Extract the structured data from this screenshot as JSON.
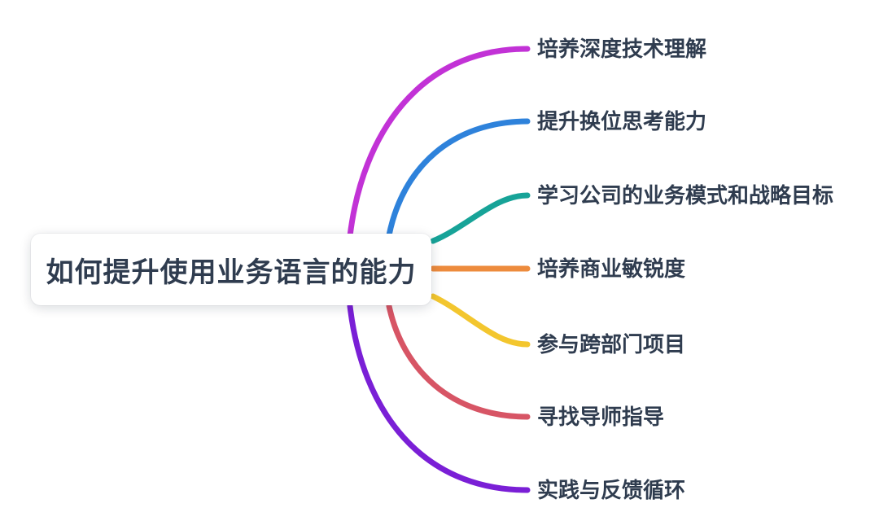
{
  "diagram": {
    "type": "mindmap",
    "background_color": "#ffffff",
    "text_color": "#2f3c4f",
    "root": {
      "label": "如何提升使用业务语言的能力",
      "background_color": "#ffffff"
    },
    "branches": [
      {
        "label": "培养深度技术理解",
        "color": "#c232d6"
      },
      {
        "label": "提升换位思考能力",
        "color": "#2e82db"
      },
      {
        "label": "学习公司的业务模式和战略目标",
        "color": "#17a398"
      },
      {
        "label": "培养商业敏锐度",
        "color": "#ed8b3d"
      },
      {
        "label": "参与跨部门项目",
        "color": "#f3c62e"
      },
      {
        "label": "寻找导师指导",
        "color": "#d75565"
      },
      {
        "label": "实践与反馈循环",
        "color": "#7a1fd6"
      }
    ]
  }
}
